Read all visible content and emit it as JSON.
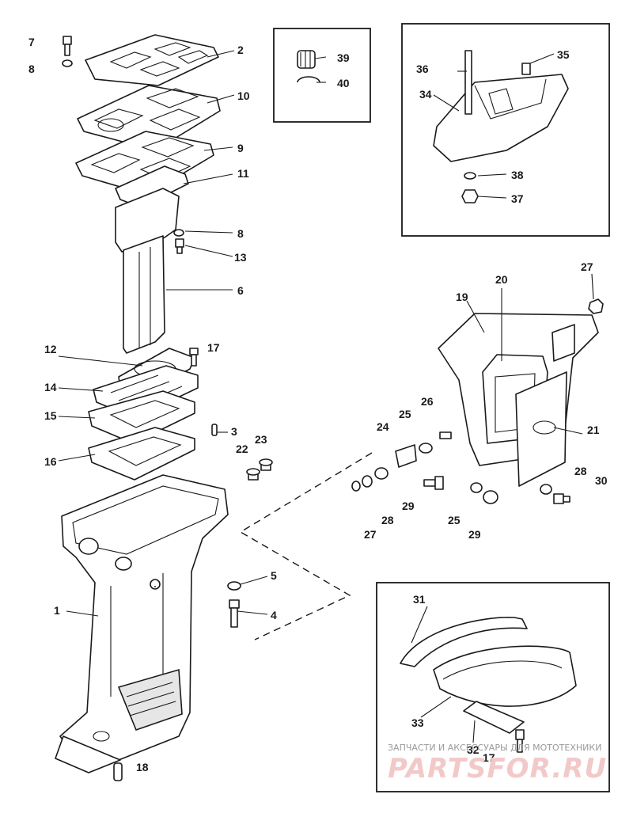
{
  "diagram": {
    "callouts": {
      "c1": "1",
      "c2": "2",
      "c3": "3",
      "c4": "4",
      "c5": "5",
      "c6": "6",
      "c7": "7",
      "c8a": "8",
      "c8b": "8",
      "c9": "9",
      "c10": "10",
      "c11": "11",
      "c12": "12",
      "c13": "13",
      "c14": "14",
      "c15": "15",
      "c16": "16",
      "c17a": "17",
      "c17b": "17",
      "c18": "18",
      "c19": "19",
      "c20": "20",
      "c21": "21",
      "c22": "22",
      "c23": "23",
      "c24": "24",
      "c25a": "25",
      "c25b": "25",
      "c26": "26",
      "c27a": "27",
      "c27b": "27",
      "c28a": "28",
      "c28b": "28",
      "c29a": "29",
      "c29b": "29",
      "c30": "30",
      "c31": "31",
      "c32": "32",
      "c33": "33",
      "c34": "34",
      "c35": "35",
      "c36": "36",
      "c37": "37",
      "c38": "38",
      "c39": "39",
      "c40": "40"
    }
  },
  "watermark": {
    "tagline": "ЗАПЧАСТИ И АКСЕССУАРЫ ДЛЯ МОТОТЕХНИКИ",
    "brand": "PARTSFOR.RU"
  }
}
